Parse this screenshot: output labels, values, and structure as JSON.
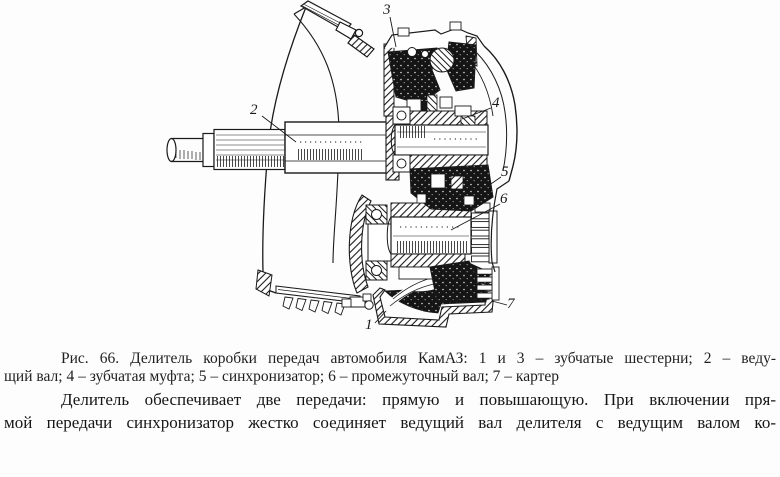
{
  "figure": {
    "description": "cross-section engineering drawing of KamAZ gearbox divider",
    "callouts": [
      {
        "label": "1"
      },
      {
        "label": "2"
      },
      {
        "label": "3"
      },
      {
        "label": "4"
      },
      {
        "label": "5"
      },
      {
        "label": "6"
      },
      {
        "label": "7"
      }
    ]
  },
  "caption": {
    "line1": "Рис. 66. Делитель коробки передач автомобиля КамАЗ: 1 и 3 – зубчатые шестерни; 2 – веду-",
    "line2": "щий вал; 4 – зубчатая муфта; 5 – синхронизатор; 6 – промежуточный вал; 7 – картер"
  },
  "paragraph": {
    "line1": "Делитель обеспечивает две передачи: прямую и повышающую. При включении пря-",
    "line2": "мой передачи синхронизатор жестко соединяет ведущий вал делителя с ведущим валом ко-"
  },
  "colors": {
    "ink": "#1a1a1a",
    "background": "#fdfdfd"
  }
}
